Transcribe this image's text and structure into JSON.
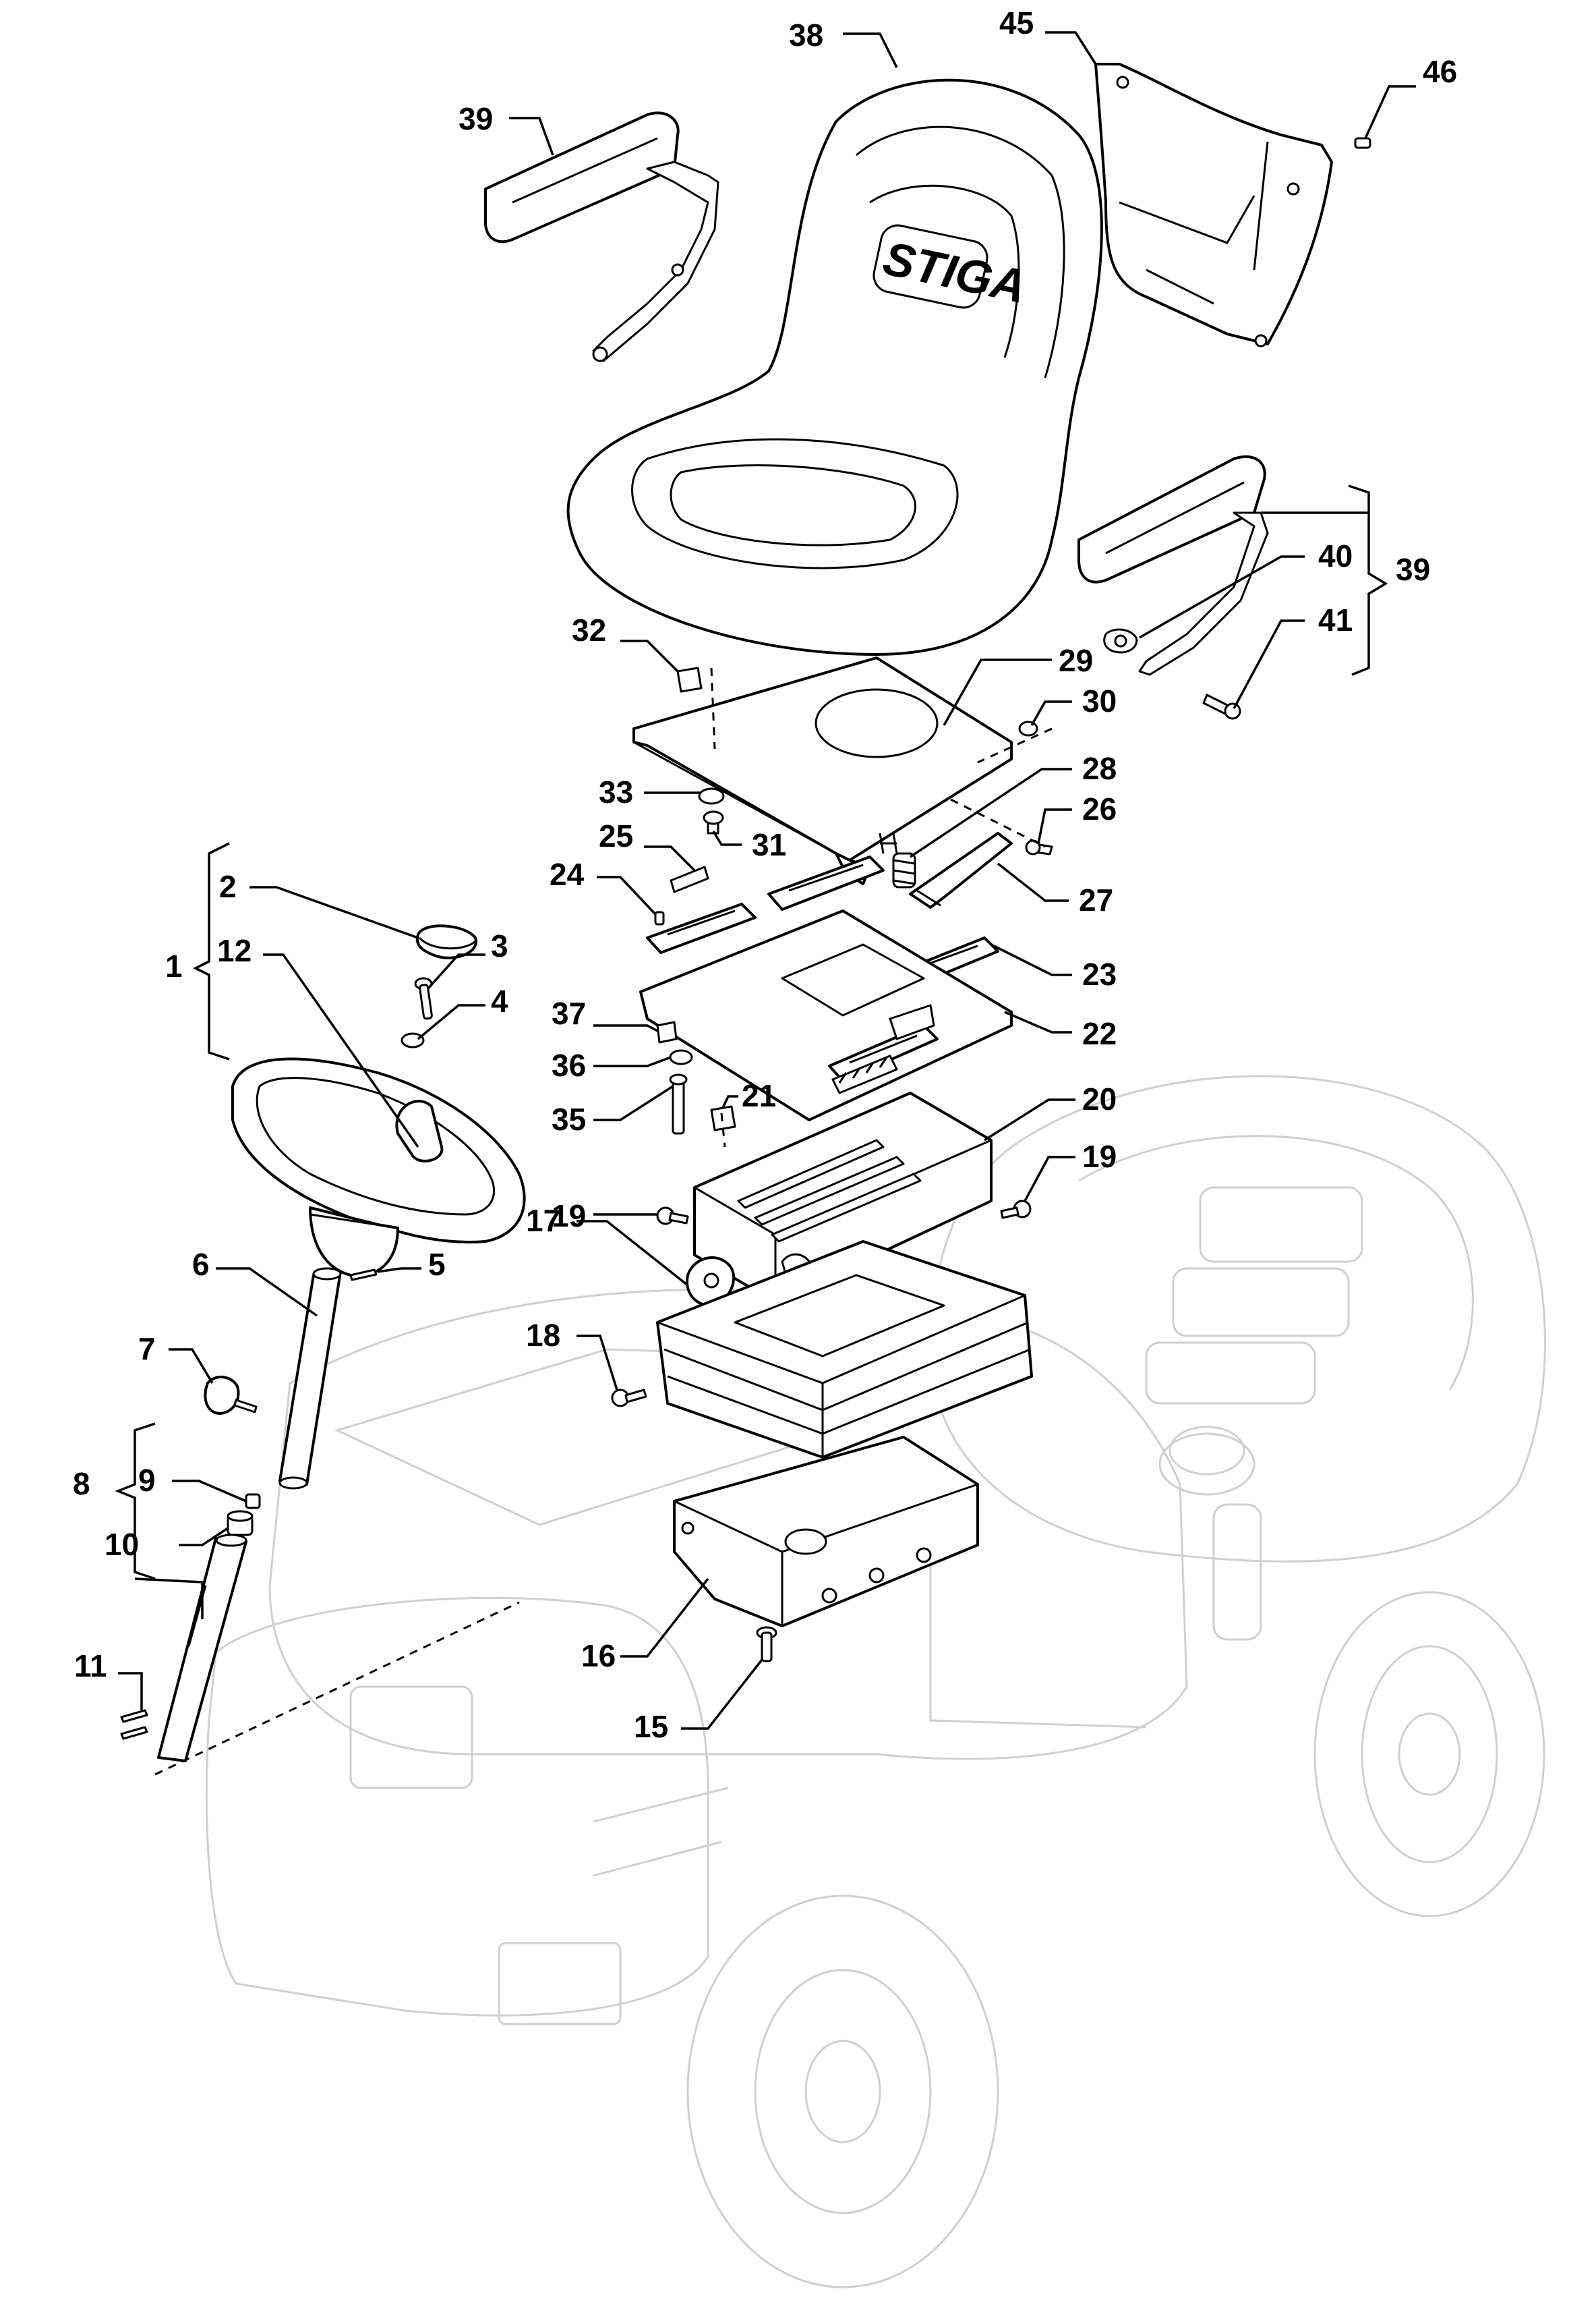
{
  "callouts": [
    {
      "id": "c1",
      "text": "1"
    },
    {
      "id": "c2",
      "text": "2"
    },
    {
      "id": "c3",
      "text": "3"
    },
    {
      "id": "c4",
      "text": "4"
    },
    {
      "id": "c5",
      "text": "5"
    },
    {
      "id": "c6",
      "text": "6"
    },
    {
      "id": "c7",
      "text": "7"
    },
    {
      "id": "c8",
      "text": "8"
    },
    {
      "id": "c9",
      "text": "9"
    },
    {
      "id": "c10",
      "text": "10"
    },
    {
      "id": "c11",
      "text": "11"
    },
    {
      "id": "c12",
      "text": "12"
    },
    {
      "id": "c15",
      "text": "15"
    },
    {
      "id": "c16",
      "text": "16"
    },
    {
      "id": "c17",
      "text": "17"
    },
    {
      "id": "c18",
      "text": "18"
    },
    {
      "id": "c19a",
      "text": "19"
    },
    {
      "id": "c19b",
      "text": "19"
    },
    {
      "id": "c20",
      "text": "20"
    },
    {
      "id": "c21",
      "text": "21"
    },
    {
      "id": "c22",
      "text": "22"
    },
    {
      "id": "c23",
      "text": "23"
    },
    {
      "id": "c24",
      "text": "24"
    },
    {
      "id": "c25",
      "text": "25"
    },
    {
      "id": "c26",
      "text": "26"
    },
    {
      "id": "c27",
      "text": "27"
    },
    {
      "id": "c28",
      "text": "28"
    },
    {
      "id": "c29",
      "text": "29"
    },
    {
      "id": "c30",
      "text": "30"
    },
    {
      "id": "c31",
      "text": "31"
    },
    {
      "id": "c32",
      "text": "32"
    },
    {
      "id": "c33",
      "text": "33"
    },
    {
      "id": "c35",
      "text": "35"
    },
    {
      "id": "c36",
      "text": "36"
    },
    {
      "id": "c37",
      "text": "37"
    },
    {
      "id": "c38",
      "text": "38"
    },
    {
      "id": "c39a",
      "text": "39"
    },
    {
      "id": "c39b",
      "text": "39"
    },
    {
      "id": "c40",
      "text": "40"
    },
    {
      "id": "c41",
      "text": "41"
    },
    {
      "id": "c45",
      "text": "45"
    },
    {
      "id": "c46",
      "text": "46"
    }
  ],
  "seat_logo": "STIGA"
}
